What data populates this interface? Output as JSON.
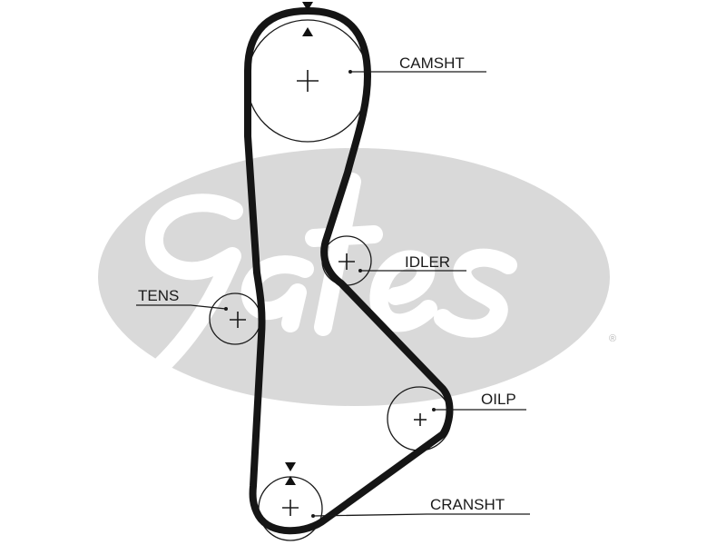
{
  "brand": {
    "name": "Gates",
    "registered_mark": "®",
    "watermark_color": "#d9d9d9"
  },
  "belt": {
    "color": "#151515"
  },
  "pulleys": [
    {
      "id": "camshaft",
      "label": "CAMSHT",
      "timing_mark": true
    },
    {
      "id": "idler",
      "label": "IDLER",
      "timing_mark": false
    },
    {
      "id": "tensioner",
      "label": "TENS",
      "timing_mark": false
    },
    {
      "id": "oil-pump",
      "label": "OILP",
      "timing_mark": false
    },
    {
      "id": "crankshaft",
      "label": "CRANSHT",
      "timing_mark": true
    }
  ]
}
